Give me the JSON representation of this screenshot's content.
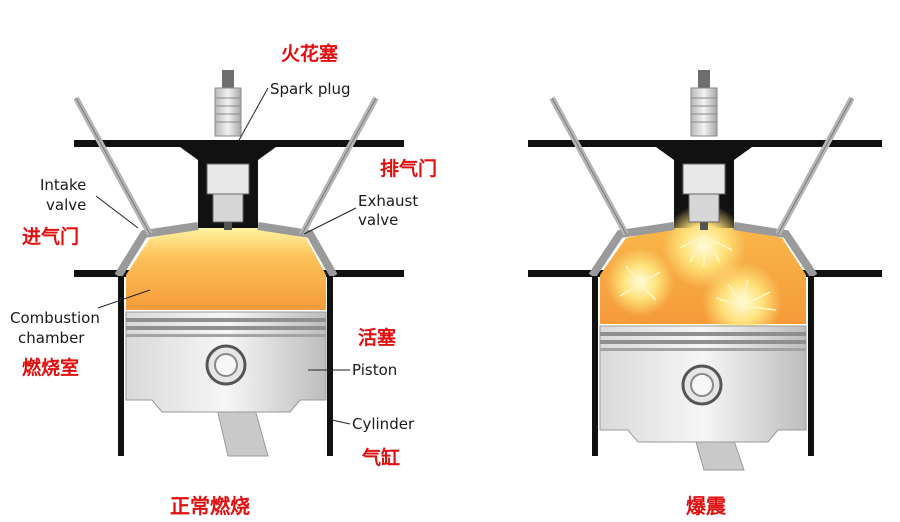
{
  "colors": {
    "accent_red": "#e01010",
    "charge_orange": "#f7a13a",
    "charge_light": "#fde9a8",
    "metal_gray": "#bcbcbc",
    "frame_dark": "#111111"
  },
  "left_diagram": {
    "caption": "正常燃烧",
    "labels": {
      "spark_plug_zh": "火花塞",
      "spark_plug_en": "Spark plug",
      "exhaust_zh": "排气门",
      "exhaust_en_1": "Exhaust",
      "exhaust_en_2": "valve",
      "intake_en_1": "Intake",
      "intake_en_2": "valve",
      "intake_zh": "进气门",
      "combustion_en_1": "Combustion",
      "combustion_en_2": "chamber",
      "combustion_zh": "燃烧室",
      "piston_zh": "活塞",
      "piston_en": "Piston",
      "cylinder_en": "Cylinder",
      "cylinder_zh": "气缸"
    }
  },
  "right_diagram": {
    "caption": "爆震"
  }
}
